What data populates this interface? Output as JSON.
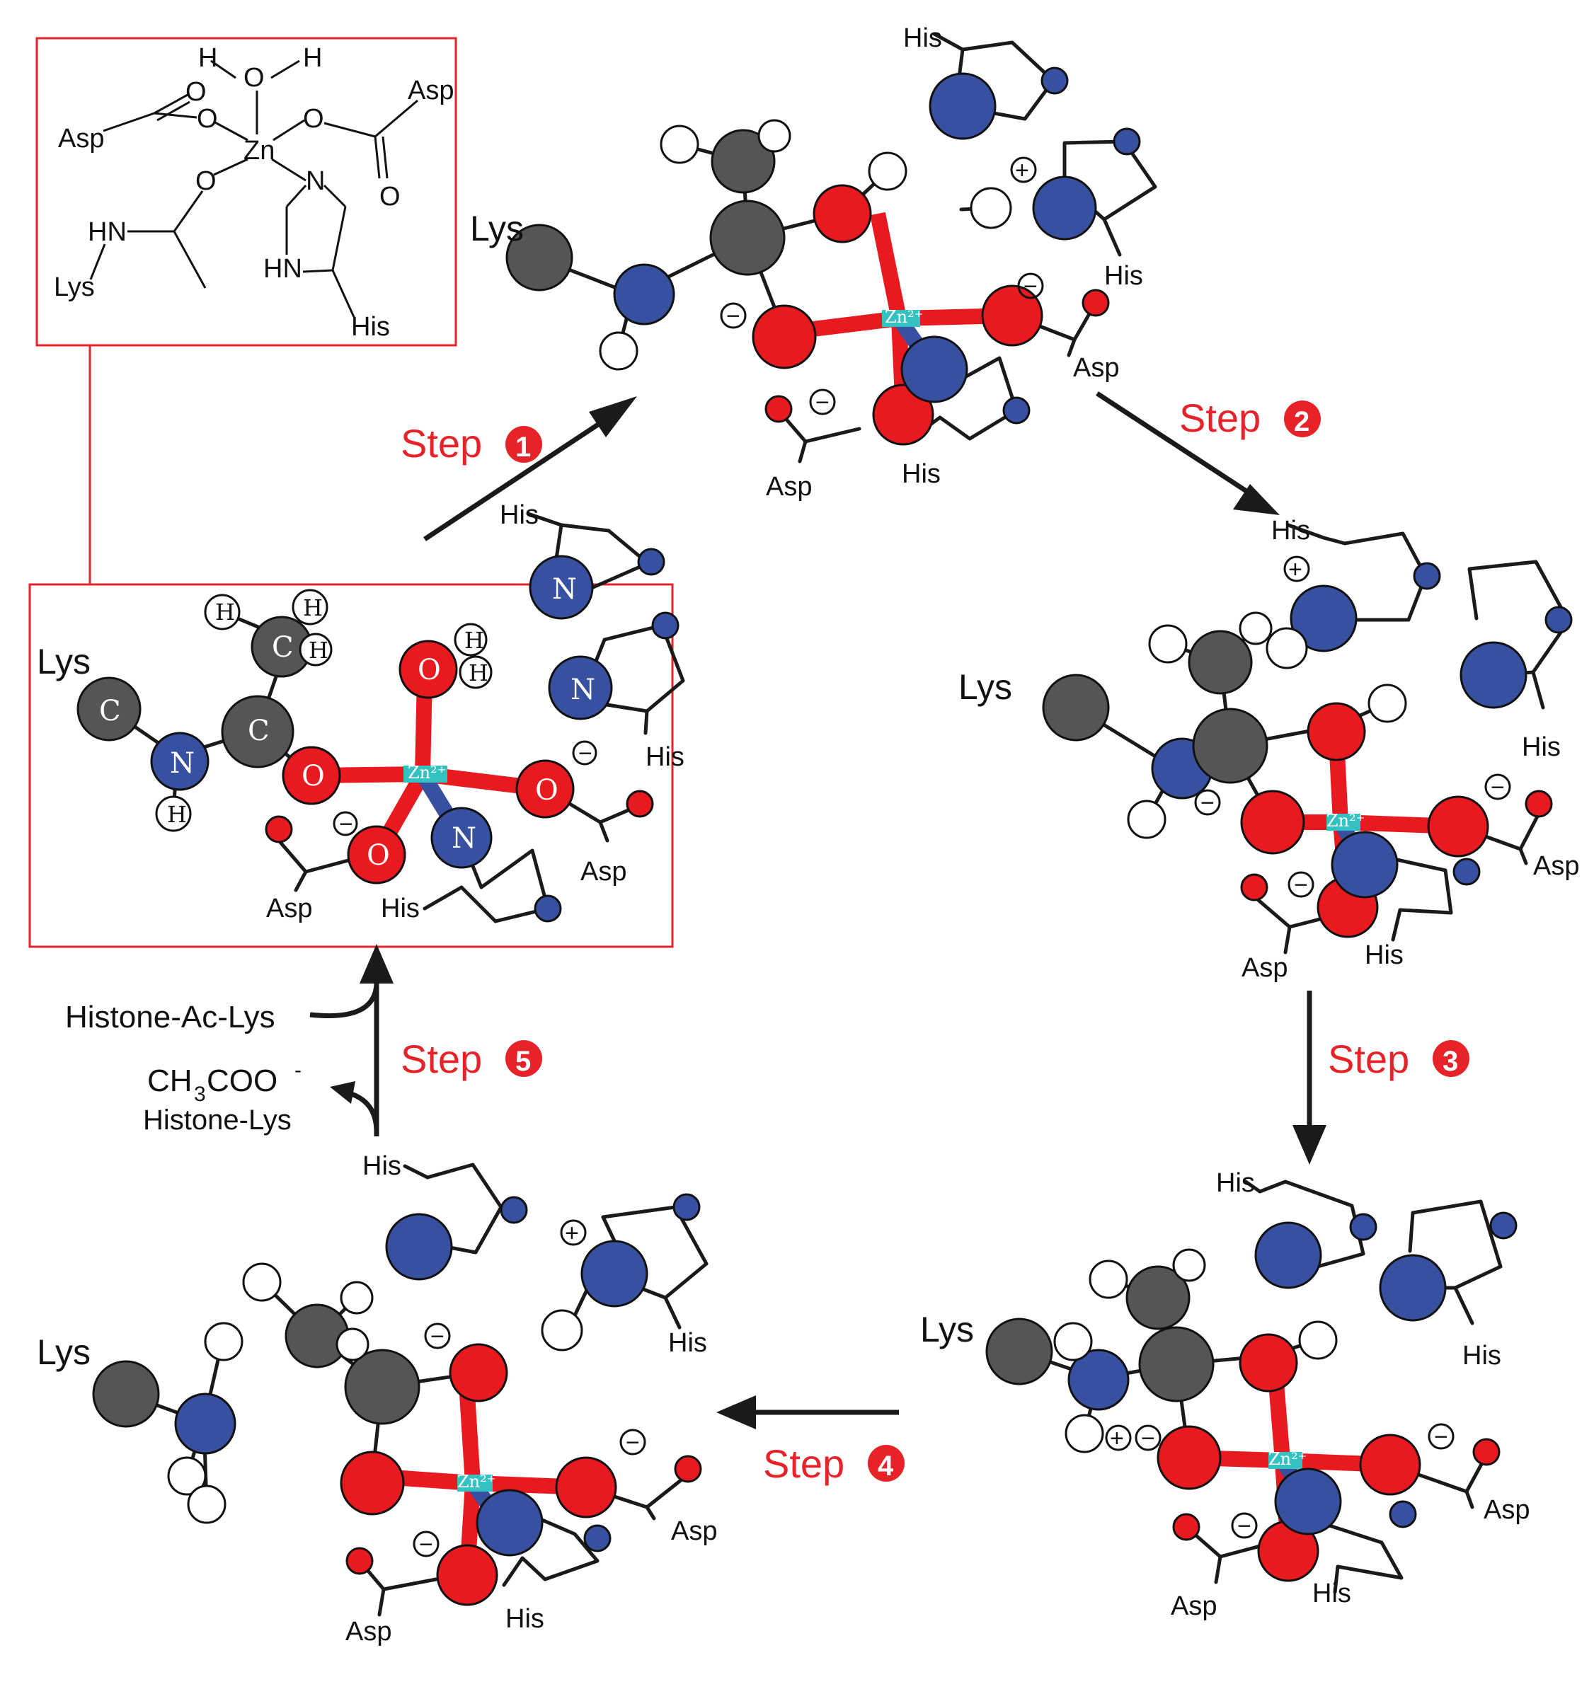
{
  "labels": {
    "lys": "Lys",
    "his": "His",
    "asp": "Asp",
    "hn": "HN",
    "o": "O",
    "h": "H",
    "n": "N",
    "c": "C",
    "zn": "Zn",
    "zn2plus": "Zn²⁺",
    "plus": "+",
    "minus": "−"
  },
  "steps": [
    {
      "label": "Step",
      "badge": "1"
    },
    {
      "label": "Step",
      "badge": "2"
    },
    {
      "label": "Step",
      "badge": "3"
    },
    {
      "label": "Step",
      "badge": "4"
    },
    {
      "label": "Step",
      "badge": "5"
    }
  ],
  "side_reaction": {
    "substrate": "Histone-Ac-Lys",
    "product_acetate_base": "CH",
    "product_acetate_sub": "3",
    "product_acetate_rest": "COO",
    "product_acetate_sup": "-",
    "product_lysine": "Histone-Lys"
  },
  "colors": {
    "carbon": "#555555",
    "oxygen": "#e8191f",
    "nitrogen": "#3750a0",
    "hydrogen": "#ffffff",
    "zinc": "#33c1c1",
    "step_text": "#e52329"
  }
}
